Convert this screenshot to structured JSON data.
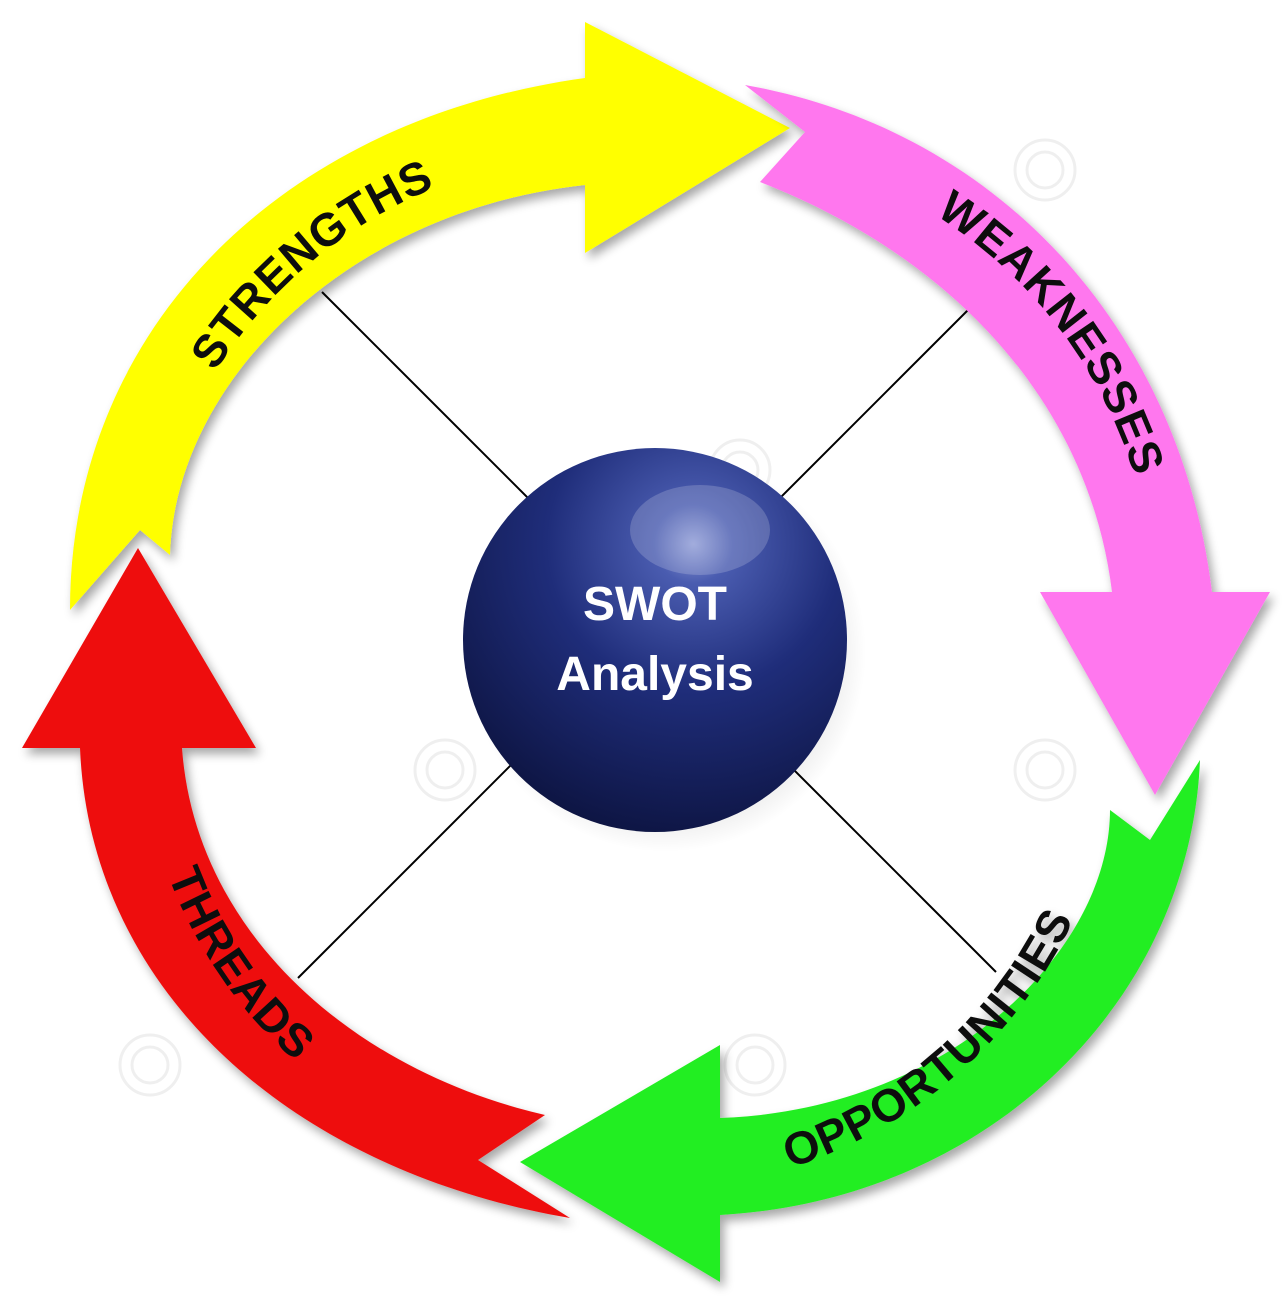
{
  "diagram": {
    "center": {
      "line1": "SWOT",
      "line2": "Analysis",
      "color": "#1b2a6e"
    },
    "arrows": [
      {
        "key": "strengths",
        "label": "STRENGTHS",
        "color": "#ffff00"
      },
      {
        "key": "weaknesses",
        "label": "WEAKNESSES",
        "color": "#ff77ee"
      },
      {
        "key": "opportunities",
        "label": "OPPORTUNITIES",
        "color": "#22ee22"
      },
      {
        "key": "threads",
        "label": "THREADS",
        "color": "#ee1111"
      }
    ],
    "divider_color": "#000000"
  }
}
